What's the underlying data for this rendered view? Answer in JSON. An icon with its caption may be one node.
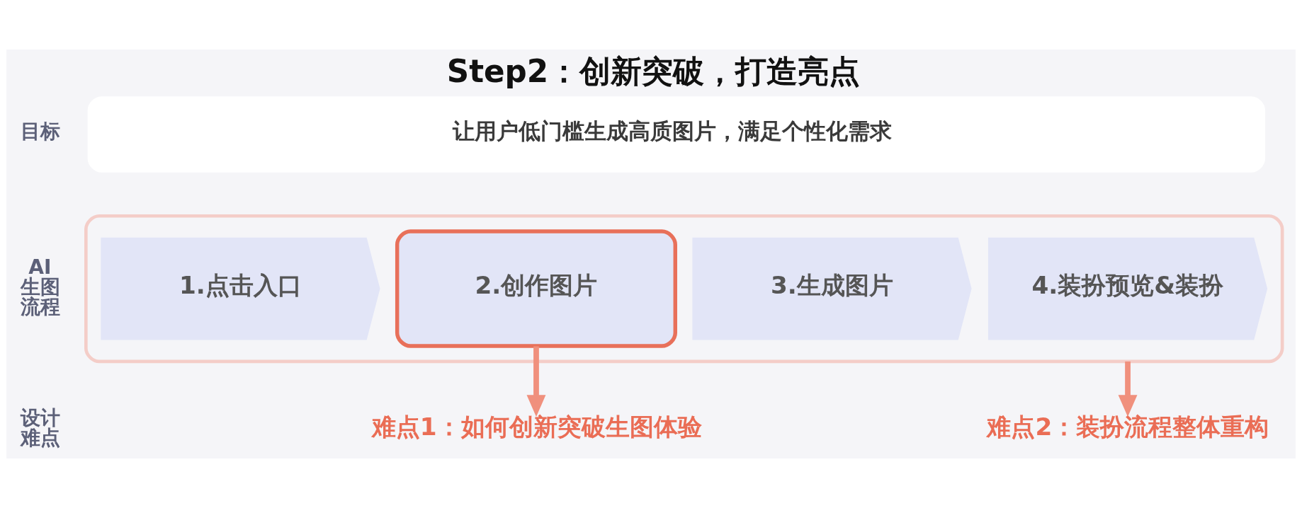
{
  "diagram": {
    "title": "Step2：创新突破，打造亮点",
    "nodes": [
      {
        "text": [
          "让用户低门槛生成高质图片，满足个性化需求"
        ]
      },
      {
        "text": [],
        "shape": "box"
      },
      {
        "text": [
          "1.点击入口"
        ],
        "in": 1
      },
      {
        "text": [
          "2.创作图片"
        ],
        "in": 1
      },
      {
        "text": [
          "3.生成图片"
        ],
        "in": 1
      },
      {
        "text": [
          "4.装扮预览&装扮"
        ],
        "in": 1
      },
      {
        "text": [
          "难点1：如何创新突破生图体验"
        ]
      },
      {
        "text": [
          "难点2：装扮流程整体重构"
        ]
      }
    ],
    "edges": [
      {
        "from": 3,
        "to": 6,
        "arrow": "to"
      },
      {
        "from": 1,
        "to": 7,
        "arrow": "to"
      }
    ],
    "labels": [
      "目标",
      "AI生图流程",
      "设计难点"
    ]
  }
}
